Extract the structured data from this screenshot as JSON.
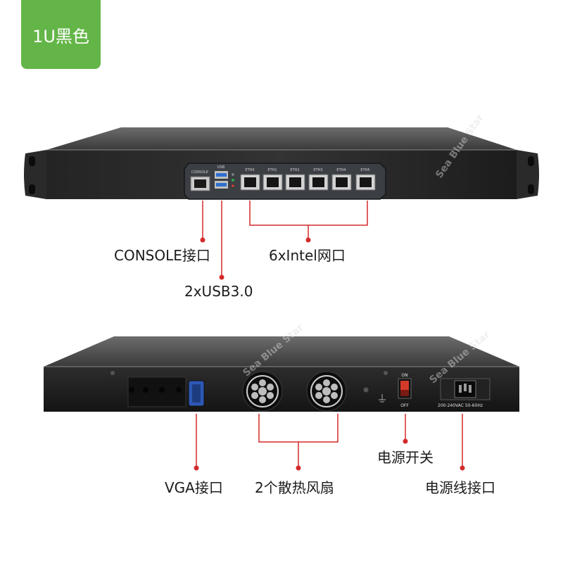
{
  "badge": {
    "text": "1U黑色",
    "color": "#64b548"
  },
  "watermark": {
    "text": "Sea Blue Star"
  },
  "front_panel": {
    "port_labels": {
      "console": "CONSOLE",
      "usb": "USB",
      "eth": [
        "ETH0",
        "ETH1",
        "ETH2",
        "ETH3",
        "ETH4",
        "ETH5"
      ]
    },
    "callouts": {
      "console": "CONSOLE接口",
      "usb": "2xUSB3.0",
      "lan": "6xIntel网口"
    }
  },
  "rear_panel": {
    "switch_on": "ON",
    "switch_off": "OFF",
    "power_rating": "200-240VAC 50-60Hz",
    "callouts": {
      "vga": "VGA接口",
      "fans": "2个散热风扇",
      "power_switch": "电源开关",
      "power_inlet": "电源线接口"
    }
  },
  "colors": {
    "callout_line": "#d42a2a",
    "chassis": "#1e1e1e"
  }
}
